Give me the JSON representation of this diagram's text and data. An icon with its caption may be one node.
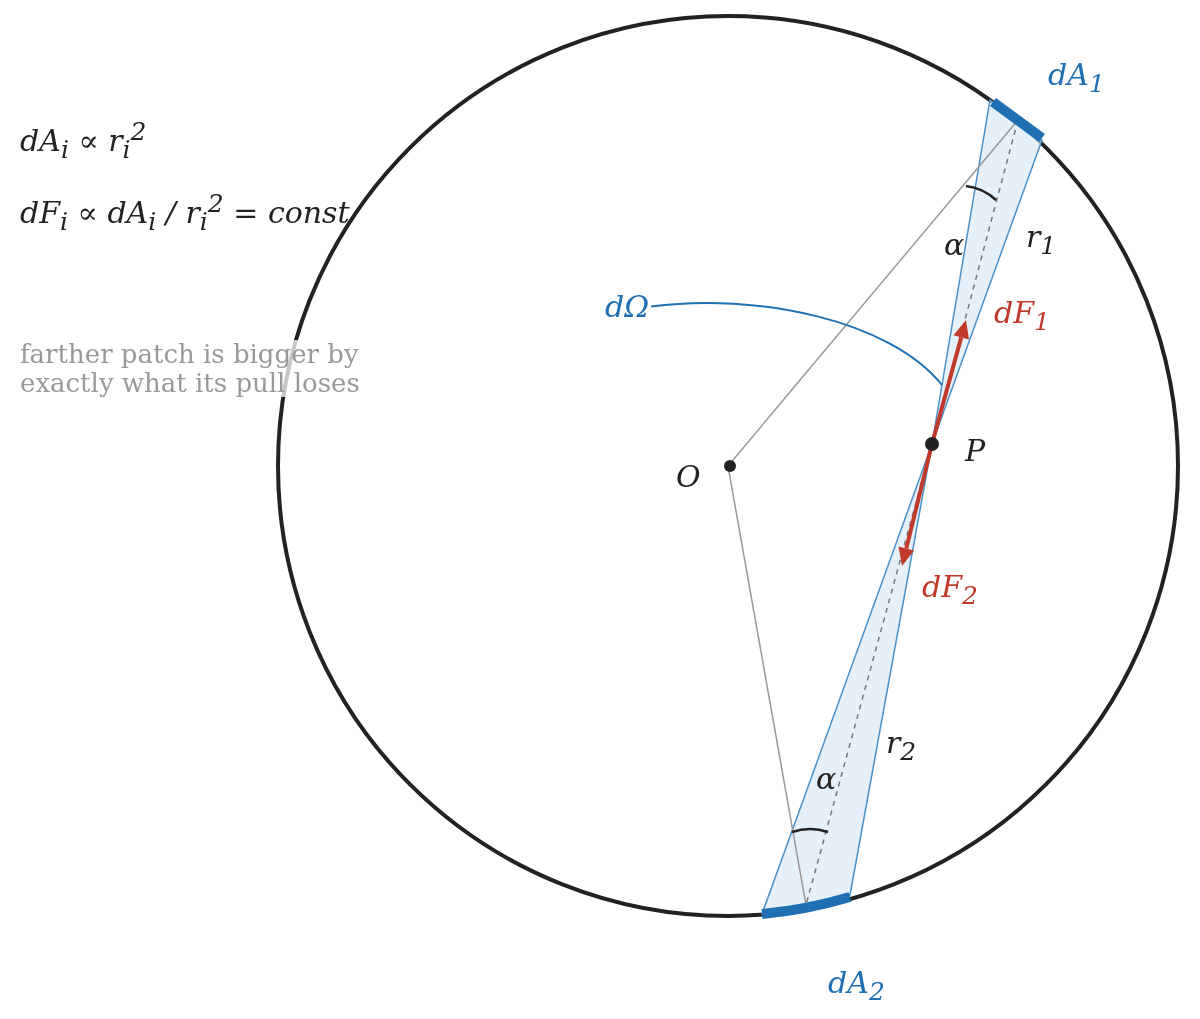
{
  "diagram": {
    "nodes": [
      {
        "text": [
          "dΩ"
        ]
      },
      {
        "text": [],
        "shape": "cone"
      }
    ],
    "edges": [
      {
        "from": 0,
        "to": 1,
        "arrow": "none"
      }
    ],
    "labels": [
      "dA$_{1}$",
      "dA$_{i}$ ∝ r$_{i}$$^{2}$",
      "dF$_{i}$ ∝ dA$_{i}$ / r$_{i}$$^{2}$ = const",
      "α",
      "r$_{1}$",
      "dF$_{1}$",
      "farther patch is bigger by exactly what its pull loses",
      "P",
      "O",
      "dF$_{2}$",
      "r$_{2}$",
      "α",
      "dA$_{2}$"
    ]
  }
}
